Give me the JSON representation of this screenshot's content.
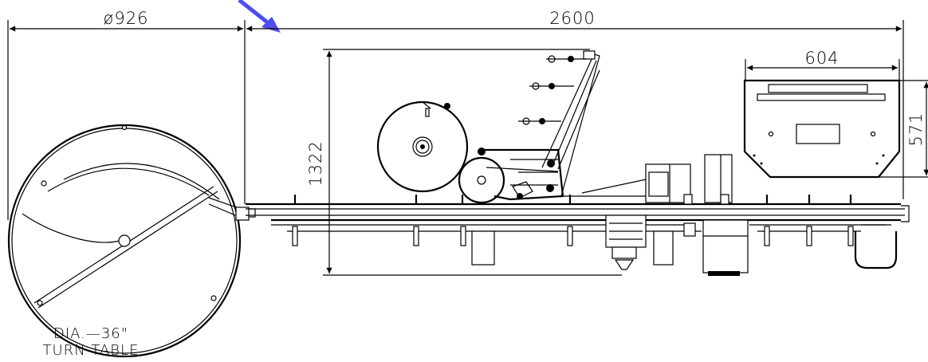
{
  "dimensions": {
    "turntable_diameter": "ø926",
    "overall_length": "2600",
    "overall_height": "1322",
    "box_width": "604",
    "box_height": "571"
  },
  "caption": {
    "line1": "DIA.—36\"",
    "line2": "TURN  TABLE"
  },
  "pointer": {
    "color": "#4d4df0"
  }
}
